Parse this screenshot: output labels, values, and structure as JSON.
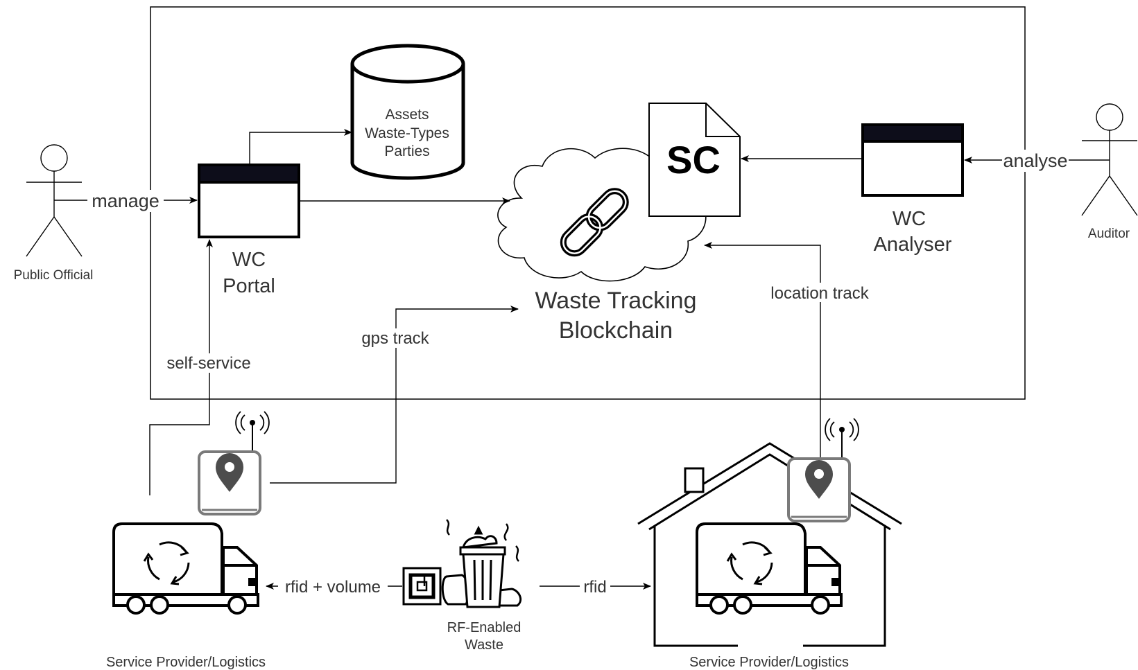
{
  "actors": {
    "public_official": "Public Official",
    "auditor": "Auditor"
  },
  "components": {
    "portal": [
      "WC",
      "Portal"
    ],
    "analyser": [
      "WC",
      "Analyser"
    ],
    "database": [
      "Assets",
      "Waste-Types",
      "Parties"
    ],
    "smart_contract": "SC",
    "blockchain": [
      "Waste Tracking",
      "Blockchain"
    ],
    "rf_waste": [
      "RF-Enabled",
      "Waste"
    ],
    "provider_left": "Service Provider/Logistics",
    "provider_right": "Service Provider/Logistics"
  },
  "edges": {
    "manage": "manage",
    "analyse": "analyse",
    "self_service": "self-service",
    "gps_track": "gps track",
    "location_track": "location track",
    "rfid_volume": "rfid + volume",
    "rfid": "rfid"
  },
  "colors": {
    "line": "#000000",
    "text": "#333333",
    "window_bar": "#0d0d1a",
    "tracker_border": "#7a7a7a",
    "tracker_pin": "#4d4d4d"
  },
  "icons": [
    "person-icon",
    "window-icon",
    "database-icon",
    "document-icon",
    "cloud-icon",
    "chain-link-icon",
    "gps-tracker-icon",
    "truck-icon",
    "recycle-icon",
    "rfid-tag-icon",
    "trash-can-icon",
    "house-icon"
  ]
}
